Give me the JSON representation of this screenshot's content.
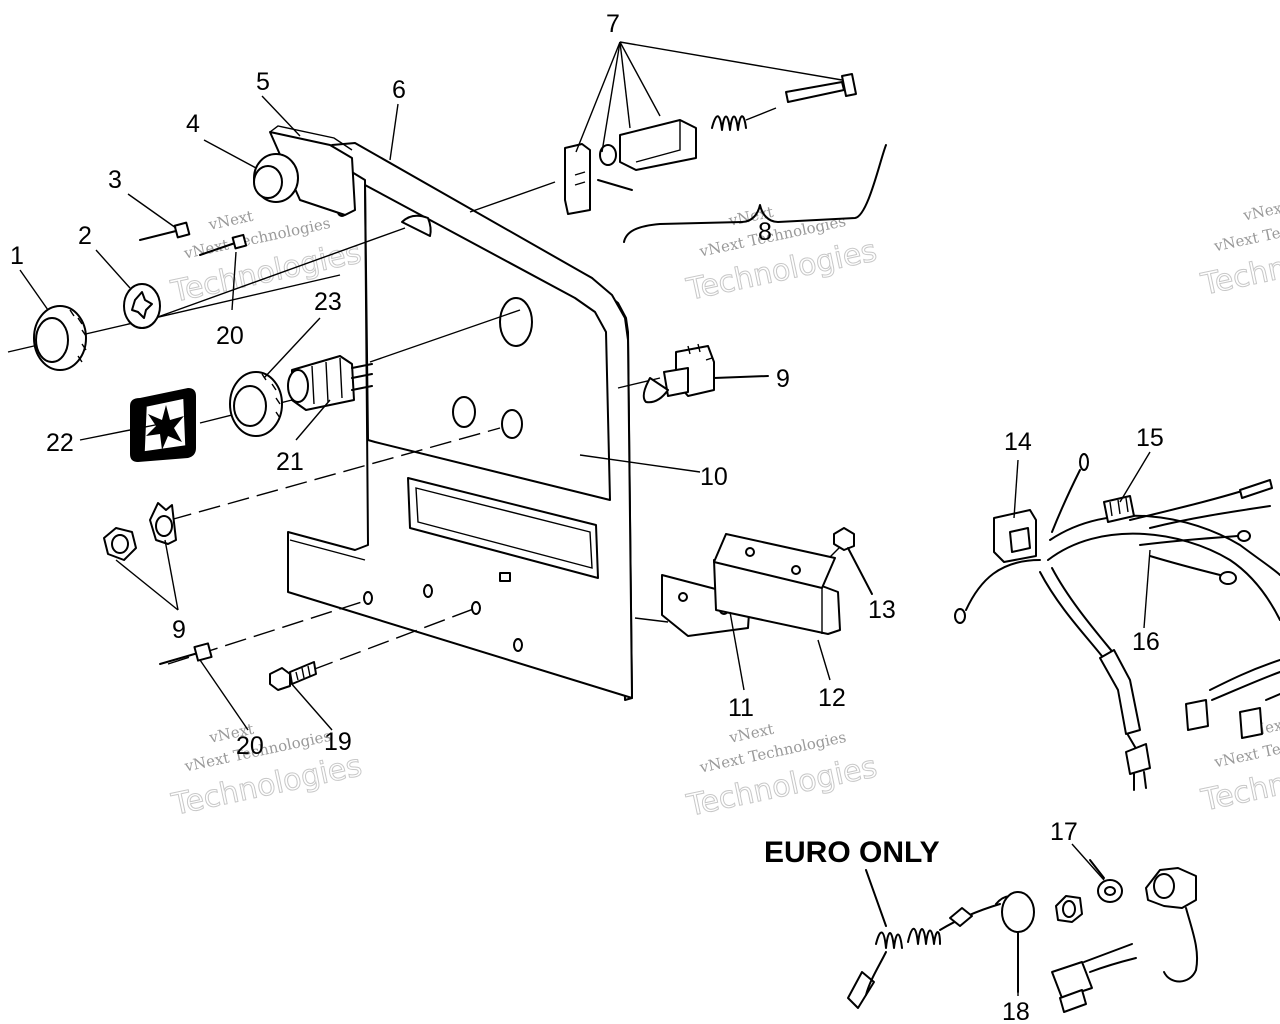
{
  "diagram": {
    "callouts": [
      {
        "id": "c1",
        "text": "1"
      },
      {
        "id": "c2",
        "text": "2"
      },
      {
        "id": "c3",
        "text": "3"
      },
      {
        "id": "c4",
        "text": "4"
      },
      {
        "id": "c5",
        "text": "5"
      },
      {
        "id": "c6",
        "text": "6"
      },
      {
        "id": "c7",
        "text": "7"
      },
      {
        "id": "c8",
        "text": "8"
      },
      {
        "id": "c9a",
        "text": "9"
      },
      {
        "id": "c9b",
        "text": "9"
      },
      {
        "id": "c10",
        "text": "10"
      },
      {
        "id": "c11",
        "text": "11"
      },
      {
        "id": "c12",
        "text": "12"
      },
      {
        "id": "c13",
        "text": "13"
      },
      {
        "id": "c14",
        "text": "14"
      },
      {
        "id": "c15",
        "text": "15"
      },
      {
        "id": "c16",
        "text": "16"
      },
      {
        "id": "c17",
        "text": "17"
      },
      {
        "id": "c18",
        "text": "18"
      },
      {
        "id": "c19",
        "text": "19"
      },
      {
        "id": "c20a",
        "text": "20"
      },
      {
        "id": "c20b",
        "text": "20"
      },
      {
        "id": "c21",
        "text": "21"
      },
      {
        "id": "c22",
        "text": "22"
      },
      {
        "id": "c23",
        "text": "23"
      }
    ],
    "section_label": "EURO ONLY",
    "watermark": {
      "line1": "vNext",
      "line2": "vNext Technologies",
      "line3": "Technologies"
    }
  }
}
